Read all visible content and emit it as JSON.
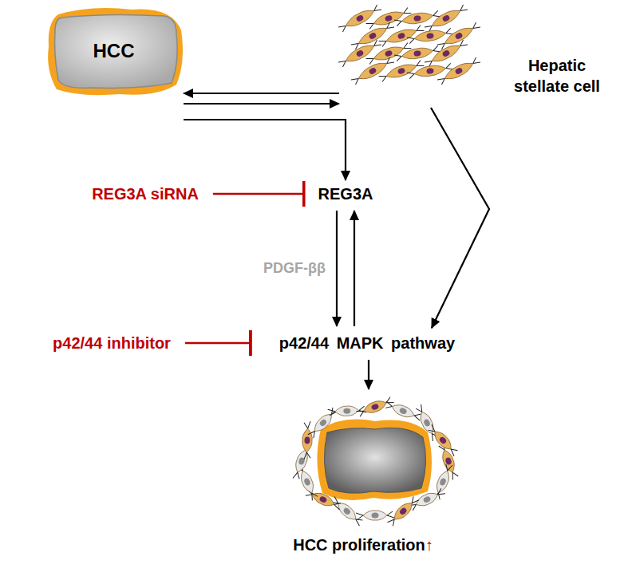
{
  "diagram": {
    "nodes": [
      {
        "text": [
          "HCC"
        ]
      },
      {
        "text": [
          "Hepatic stellate cell"
        ]
      },
      {
        "text": [
          "REG3A siRNA"
        ]
      },
      {
        "text": [
          "REG3A"
        ]
      },
      {
        "text": [
          "p42/44 inhibitor"
        ]
      },
      {
        "text": [
          "p42/44 MAPK pathway"
        ]
      },
      {
        "text": [
          "HCC proliferation↑"
        ]
      }
    ],
    "edges": [
      {
        "from": 0,
        "to": 1,
        "arrow": "to"
      },
      {
        "from": 1,
        "to": 0,
        "arrow": "to"
      },
      {
        "from": 0,
        "to": 3,
        "arrow": "to"
      },
      {
        "from": 1,
        "to": 5,
        "arrow": "to"
      },
      {
        "from": 2,
        "to": 3,
        "arrow": "to"
      },
      {
        "from": 3,
        "to": 5,
        "label": "PDGF-ββ",
        "arrow": "to"
      },
      {
        "from": 5,
        "to": 3,
        "arrow": "to"
      },
      {
        "from": 4,
        "to": 5,
        "arrow": "to"
      },
      {
        "from": 5,
        "to": 6,
        "arrow": "to"
      }
    ]
  }
}
